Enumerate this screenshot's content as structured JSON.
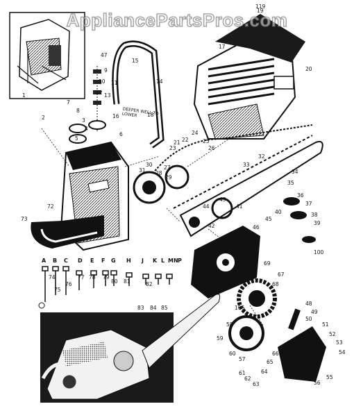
{
  "watermark": "AppliancePartsPros.com",
  "diagram_note": "DEEPER WELL TO LOWER",
  "letter_labels": [
    "A",
    "B",
    "C",
    "D",
    "E",
    "F",
    "G",
    "H",
    "J",
    "K",
    "L",
    "M",
    "N",
    "P"
  ],
  "labels_top": [
    "1",
    "2",
    "3",
    "4",
    "5",
    "6",
    "7",
    "8",
    "9",
    "10",
    "11",
    "12",
    "13",
    "14",
    "15",
    "16",
    "17",
    "18",
    "19",
    "20"
  ],
  "labels_mid": [
    "21",
    "22",
    "23",
    "24",
    "25",
    "26",
    "27",
    "28",
    "29",
    "30",
    "31",
    "32",
    "33",
    "34",
    "35",
    "36",
    "37",
    "38",
    "39",
    "40",
    "41",
    "42",
    "43",
    "44",
    "45",
    "46",
    "47"
  ],
  "labels_low": [
    "48",
    "49",
    "50",
    "51",
    "52",
    "53",
    "54",
    "55",
    "56",
    "57",
    "58",
    "59",
    "60",
    "61",
    "62",
    "63",
    "64",
    "65",
    "66",
    "67",
    "68",
    "69",
    "70",
    "71",
    "72",
    "73",
    "74",
    "75",
    "76",
    "77",
    "78",
    "79",
    "80",
    "81",
    "82",
    "83",
    "84",
    "85"
  ],
  "labels_extra": [
    "100",
    "106",
    "119"
  ],
  "colors": {
    "ink": "#111111",
    "paper": "#ffffff",
    "photo_bg": "#1a1a1a"
  }
}
